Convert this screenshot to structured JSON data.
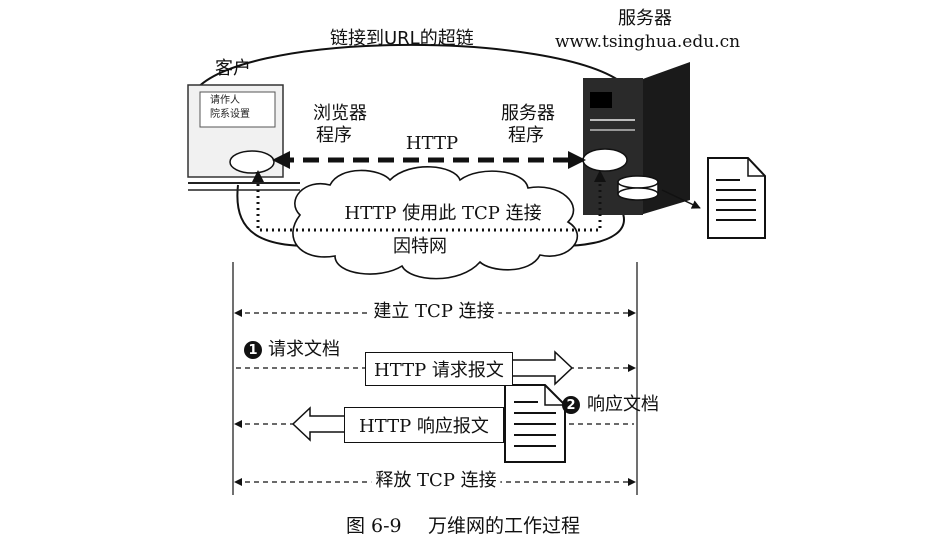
{
  "diagram": {
    "top_link_label": "链接到URL的超链",
    "server_label": "服务器",
    "server_domain": "www.tsinghua.edu.cn",
    "client_label": "客户",
    "screen_text_1": "请作人",
    "screen_text_2": "院系设置",
    "browser_label_1": "浏览器",
    "browser_label_2": "程序",
    "server_program_label_1": "服务器",
    "server_program_label_2": "程序",
    "http_label": "HTTP",
    "tcp_usage_label": "HTTP 使用此 TCP 连接",
    "internet_label": "因特网"
  },
  "sequence": {
    "establish_label": "建立 TCP 连接",
    "step1_number": "1",
    "step1_label": "请求文档",
    "request_box_label": "HTTP 请求报文",
    "step2_number": "2",
    "step2_label": "响应文档",
    "response_box_label": "HTTP 响应报文",
    "release_label": "释放 TCP 连接"
  },
  "caption": {
    "figure_number": "图 6-9",
    "figure_title": "万维网的工作过程"
  }
}
